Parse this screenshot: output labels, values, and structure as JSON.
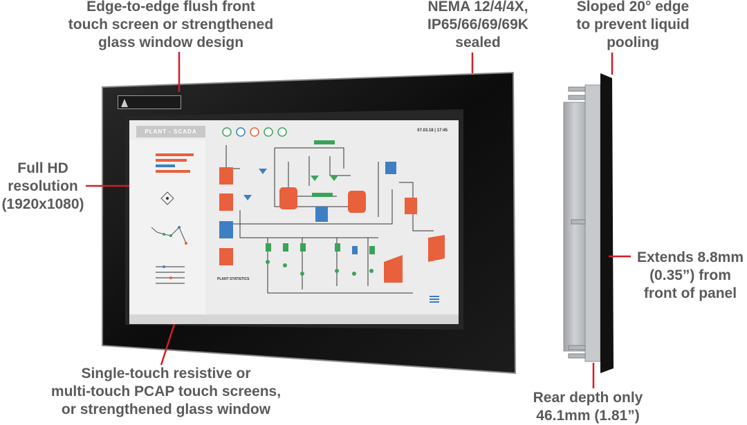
{
  "callouts": {
    "top_left": [
      "Edge-to-edge flush front",
      "touch screen or strengthened",
      "glass window design"
    ],
    "top_middle": [
      "NEMA 12/4/4X,",
      "IP65/66/69/69K",
      "sealed"
    ],
    "top_right": [
      "Sloped 20° edge",
      "to prevent liquid",
      "pooling"
    ],
    "left": [
      "Full HD",
      "resolution",
      "(1920x1080)"
    ],
    "right": [
      "Extends 8.8mm",
      "(0.35”) from",
      "front of panel"
    ],
    "bottom_left": [
      "Single-touch resistive or",
      "multi-touch PCAP touch screens,",
      "or strengthened glass window"
    ],
    "bottom_right": [
      "Rear depth only",
      "46.1mm (1.81”)"
    ]
  },
  "screen": {
    "title": "PLANT - SCADA",
    "datetime": "07.03.18  |  17:45",
    "stats_heading": "PLANT STATISTICS"
  },
  "colors": {
    "leader": "#d21d25",
    "tank_orange": "#e8603c",
    "tank_blue": "#3e7fc4",
    "valve_green": "#3aa35a"
  }
}
